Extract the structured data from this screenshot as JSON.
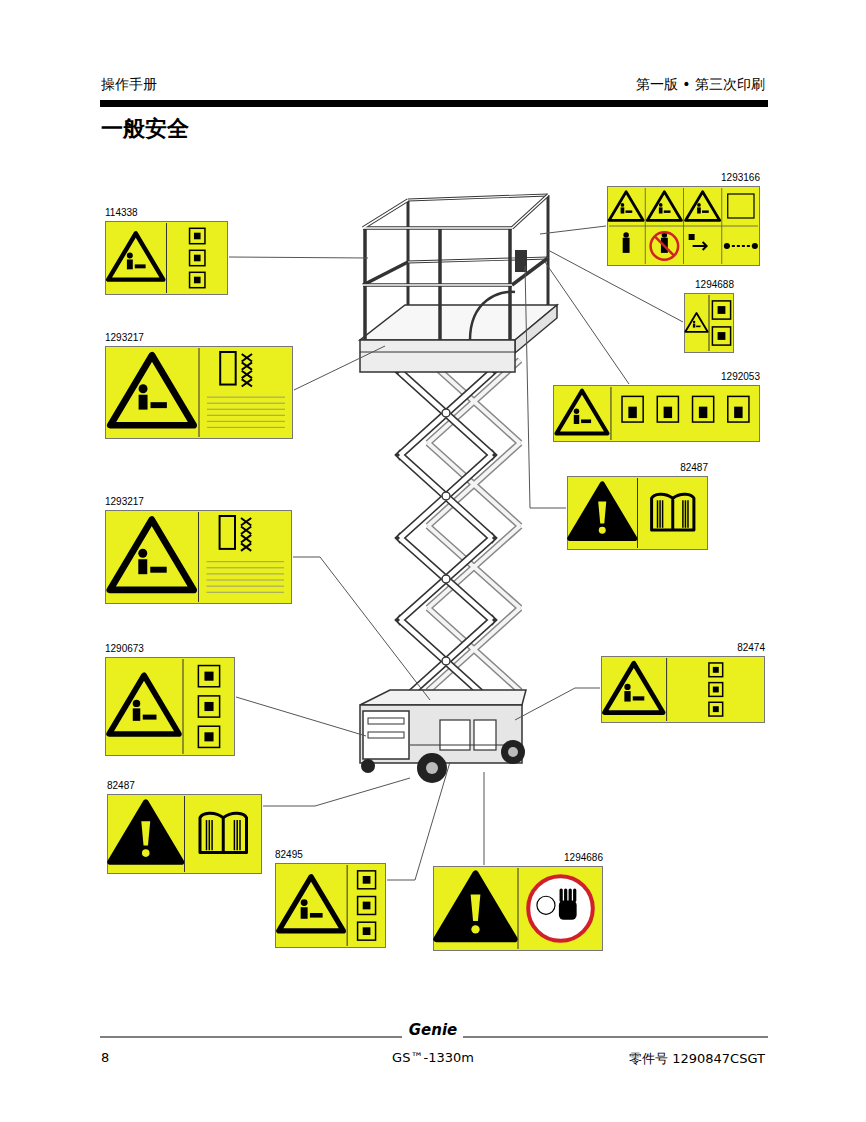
{
  "diagram": {
    "title": "一般安全",
    "nodes": [
      {
        "text": [
          "1293166"
        ]
      },
      {
        "text": [
          "114338"
        ]
      },
      {
        "text": [
          "1294688"
        ]
      },
      {
        "text": [
          "1293217"
        ]
      },
      {
        "text": [
          "1292053"
        ]
      },
      {
        "text": [
          "82487"
        ]
      },
      {
        "text": [
          "1293217"
        ]
      },
      {
        "text": [
          "82474"
        ]
      },
      {
        "text": [
          "1290673"
        ]
      },
      {
        "text": [
          "82487"
        ]
      },
      {
        "text": [
          "82495"
        ]
      },
      {
        "text": [
          "1294686"
        ]
      }
    ],
    "labels": [
      "操作手册",
      "第一版 • 第三次印刷",
      "Genie",
      "8",
      "GS™-1330m",
      "零件号 1290847CSGT"
    ]
  }
}
